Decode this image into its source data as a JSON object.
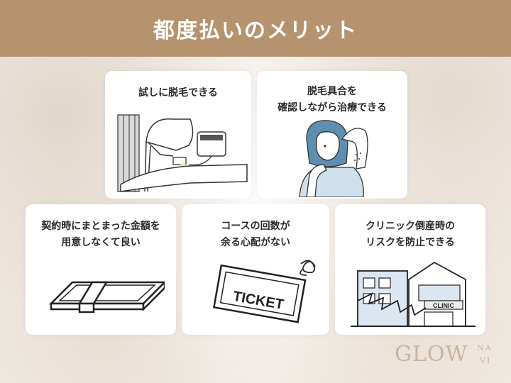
{
  "header": {
    "title": "都度払いのメリット",
    "color": "#b6936f"
  },
  "cards": [
    {
      "lines": [
        "試しに脱毛できる"
      ],
      "illustration": "laser-treatment-illustration"
    },
    {
      "lines": [
        "脱毛具合を",
        "確認しながら治療できる"
      ],
      "illustration": "woman-checking-underarm-illustration"
    },
    {
      "lines": [
        "契約時にまとまった金額を",
        "用意しなくて良い"
      ],
      "illustration": "money-bundle-icon"
    },
    {
      "lines": [
        "コースの回数が",
        "余る心配がない"
      ],
      "illustration": "ticket-icon"
    },
    {
      "lines": [
        "クリニック倒産時の",
        "リスクを防止できる"
      ],
      "illustration": "collapsed-clinic-illustration"
    }
  ],
  "ticket": {
    "label": "TICKET"
  },
  "clinic": {
    "sign": "CLINIC"
  },
  "logo": {
    "main": "GLOW",
    "top": "NA",
    "bottom": "VI"
  }
}
